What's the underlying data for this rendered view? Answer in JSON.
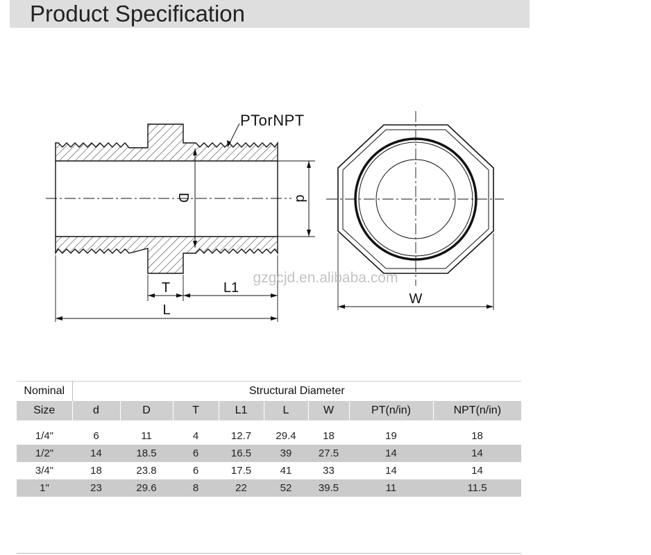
{
  "page": {
    "title": "Product Specification"
  },
  "drawing": {
    "thread_label": "PTorNPT",
    "dim_D": "D",
    "dim_d": "d",
    "dim_T": "T",
    "dim_L1": "L1",
    "dim_L": "L",
    "dim_W": "W",
    "watermark": "gzgcjd.en.alibaba.com"
  },
  "table": {
    "nominal_label": "Nominal",
    "group_label": "Structural Diameter",
    "headers": [
      "Size",
      "d",
      "D",
      "T",
      "L1",
      "L",
      "W",
      "PT(n/in)",
      "NPT(n/in)"
    ],
    "rows": [
      [
        "1/4\"",
        "6",
        "11",
        "4",
        "12.7",
        "29.4",
        "18",
        "19",
        "18"
      ],
      [
        "1/2\"",
        "14",
        "18.5",
        "6",
        "16.5",
        "39",
        "27.5",
        "14",
        "14"
      ],
      [
        "3/4\"",
        "18",
        "23.8",
        "6",
        "17.5",
        "41",
        "33",
        "14",
        "14"
      ],
      [
        "1\"",
        "23",
        "29.6",
        "8",
        "22",
        "52",
        "39.5",
        "11",
        "11.5"
      ]
    ]
  }
}
